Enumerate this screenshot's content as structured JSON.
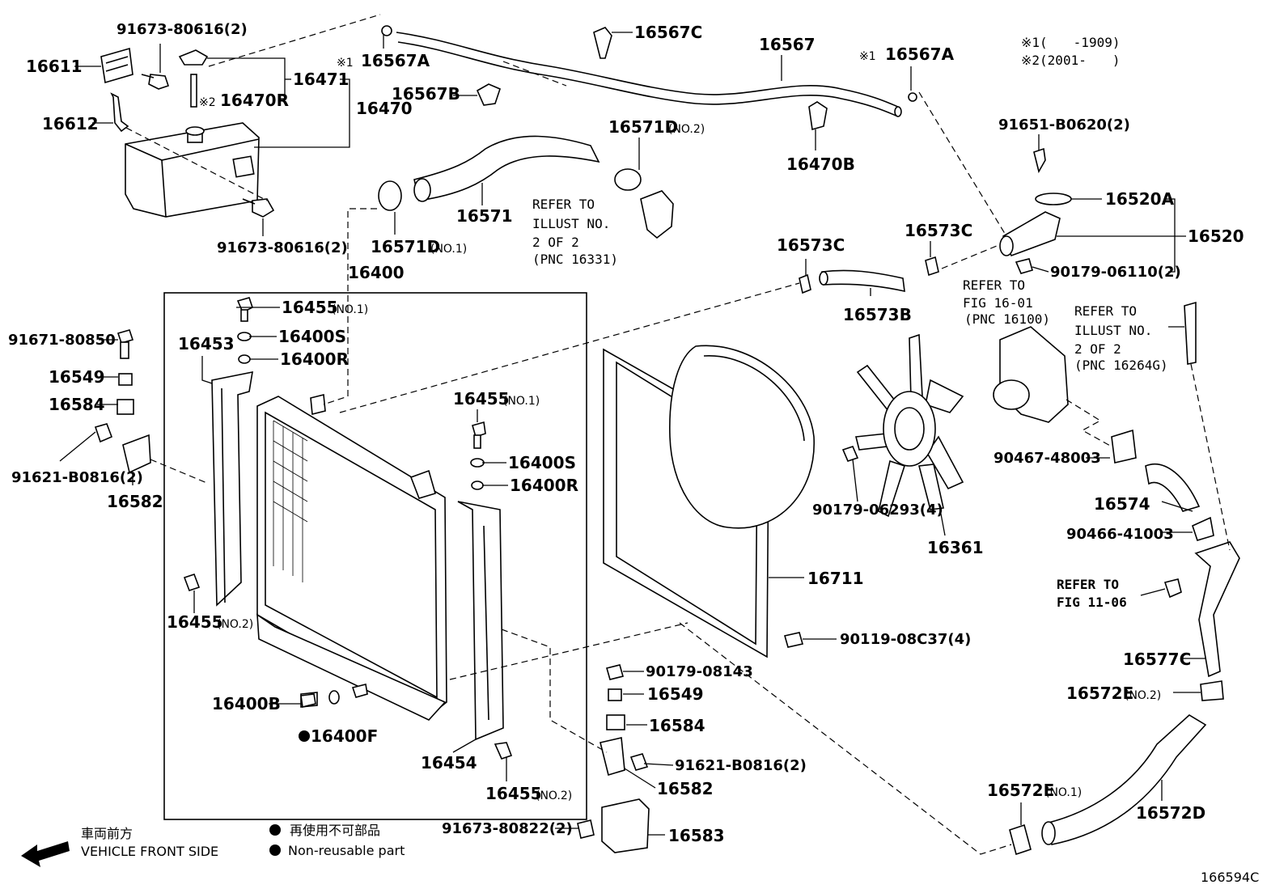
{
  "diagram_code": "166594C",
  "notes": {
    "n1": "※1(　　-1909)",
    "n2": "※2(2001-　　)"
  },
  "legend": {
    "direction_jp": "車両前方",
    "direction_en": "VEHICLE FRONT SIDE",
    "nonreusable_jp": "再使用不可部品",
    "nonreusable_en": "Non-reusable part"
  },
  "refs": {
    "r1": [
      "REFER TO",
      "ILLUST NO.",
      "2 OF 2",
      "(PNC 16331)"
    ],
    "r2": [
      "REFER TO",
      "FIG 16-01",
      "(PNC 16100)"
    ],
    "r3": [
      "REFER TO",
      "ILLUST NO.",
      "2 OF 2",
      "(PNC 16264G)"
    ],
    "r4": [
      "REFER TO",
      "FIG 11-06"
    ]
  },
  "labels": {
    "l16611": "16611",
    "l91673a": "91673-80616(2)",
    "l16612": "16612",
    "l16471": "16471",
    "l16470R": "16470R",
    "l16470": "16470",
    "l91673b": "91673-80616(2)",
    "l16567A1": "16567A",
    "l16567C": "16567C",
    "l16567": "16567",
    "l16567A2": "16567A",
    "l16567B": "16567B",
    "l16470B": "16470B",
    "l16571D2": "16571D",
    "l16571D2q": "(NO.2)",
    "l16571": "16571",
    "l16571D1": "16571D",
    "l16571D1q": "(NO.1)",
    "l16400": "16400",
    "l16455a": "16455",
    "l16455aq": "(NO.1)",
    "l16400Sa": "16400S",
    "l16400Ra": "16400R",
    "l16453": "16453",
    "l91671": "91671-80850",
    "l16549a": "16549",
    "l16584a": "16584",
    "l91621a": "91621-B0816(2)",
    "l16582a": "16582",
    "l16455b": "16455",
    "l16455bq": "(NO.1)",
    "l16400Sb": "16400S",
    "l16400Rb": "16400R",
    "l16455c": "16455",
    "l16455cq": "(NO.2)",
    "l16400B": "16400B",
    "l16400F": "16400F",
    "l16454": "16454",
    "l16455d": "16455",
    "l16455dq": "(NO.2)",
    "l16573C1": "16573C",
    "l16573C2": "16573C",
    "l16573B": "16573B",
    "l91651": "91651-B0620(2)",
    "l16520A": "16520A",
    "l16520": "16520",
    "l90179a": "90179-06110(2)",
    "l16711": "16711",
    "l90179b": "90179-06293(4)",
    "l16361": "16361",
    "l90467": "90467-48003",
    "l16574": "16574",
    "l90466": "90466-41003",
    "l16577C": "16577C",
    "l16572E2": "16572E",
    "l16572E2q": "(NO.2)",
    "l16572E1": "16572E",
    "l16572E1q": "(NO.1)",
    "l16572D": "16572D",
    "l90119": "90119-08C37(4)",
    "l90179c": "90179-08143",
    "l16549b": "16549",
    "l16584b": "16584",
    "l91621b": "91621-B0816(2)",
    "l16582b": "16582",
    "l91673c": "91673-80822(2)",
    "l16583": "16583"
  }
}
